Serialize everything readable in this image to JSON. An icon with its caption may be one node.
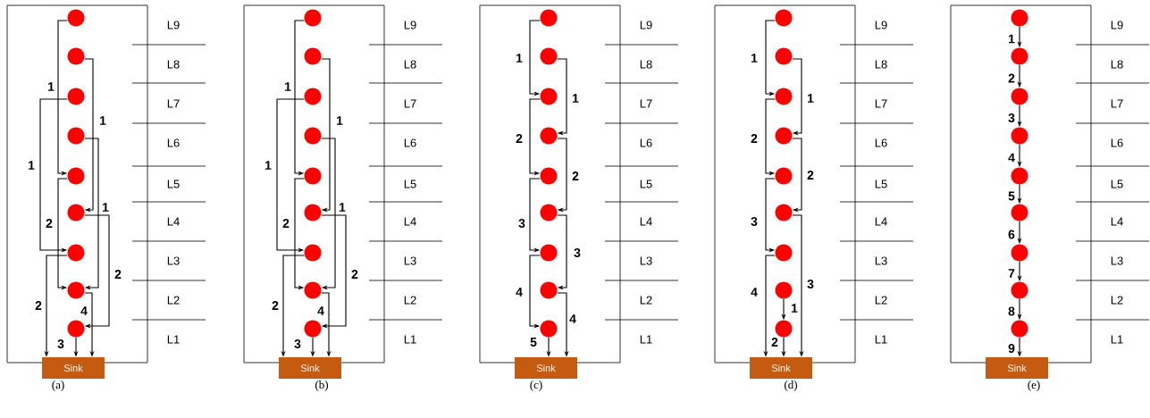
{
  "diagram": {
    "nodes": [
      {
        "text": [],
        "shape": "circle"
      },
      {
        "text": [],
        "shape": "circle"
      },
      {
        "text": [],
        "shape": "circle"
      },
      {
        "text": [],
        "shape": "circle"
      },
      {
        "text": [],
        "shape": "circle"
      },
      {
        "text": [],
        "shape": "circle"
      },
      {
        "text": [],
        "shape": "circle"
      },
      {
        "text": [],
        "shape": "circle"
      },
      {
        "text": [],
        "shape": "circle"
      },
      {
        "text": [
          "Sink"
        ]
      },
      {
        "text": [],
        "shape": "circle"
      },
      {
        "text": [],
        "shape": "circle"
      },
      {
        "text": [],
        "shape": "circle"
      },
      {
        "text": [],
        "shape": "circle"
      },
      {
        "text": [],
        "shape": "circle"
      },
      {
        "text": [],
        "shape": "circle"
      },
      {
        "text": [],
        "shape": "circle"
      },
      {
        "text": [],
        "shape": "circle"
      },
      {
        "text": [],
        "shape": "circle"
      },
      {
        "text": [
          "Sink"
        ]
      },
      {
        "text": [],
        "shape": "circle"
      },
      {
        "text": [],
        "shape": "circle"
      },
      {
        "text": [],
        "shape": "circle"
      },
      {
        "text": [],
        "shape": "circle"
      },
      {
        "text": [],
        "shape": "circle"
      },
      {
        "text": [],
        "shape": "circle"
      },
      {
        "text": [],
        "shape": "circle"
      },
      {
        "text": [],
        "shape": "circle"
      },
      {
        "text": [],
        "shape": "circle"
      },
      {
        "text": [
          "Sink"
        ]
      },
      {
        "text": [],
        "shape": "circle"
      },
      {
        "text": [],
        "shape": "circle"
      },
      {
        "text": [],
        "shape": "circle"
      },
      {
        "text": [],
        "shape": "circle"
      },
      {
        "text": [],
        "shape": "circle"
      },
      {
        "text": [],
        "shape": "circle"
      },
      {
        "text": [],
        "shape": "circle"
      },
      {
        "text": [],
        "shape": "circle"
      },
      {
        "text": [],
        "shape": "circle"
      },
      {
        "text": [
          "Sink"
        ]
      },
      {
        "text": [],
        "shape": "circle"
      },
      {
        "text": [],
        "shape": "circle"
      },
      {
        "text": [],
        "shape": "circle"
      },
      {
        "text": [],
        "shape": "circle"
      },
      {
        "text": [],
        "shape": "circle"
      },
      {
        "text": [],
        "shape": "circle"
      },
      {
        "text": [],
        "shape": "circle"
      },
      {
        "text": [],
        "shape": "circle"
      },
      {
        "text": [],
        "shape": "circle"
      },
      {
        "text": [
          "Sink"
        ]
      }
    ],
    "edges": [
      {
        "from": 0,
        "to": 4,
        "arrow": "to",
        "label": "1"
      },
      {
        "from": 1,
        "to": 5,
        "arrow": "to",
        "label": "1"
      },
      {
        "from": 2,
        "to": 6,
        "arrow": "to",
        "label": "1"
      },
      {
        "from": 3,
        "to": 7,
        "arrow": "to",
        "label": "1"
      },
      {
        "from": 4,
        "to": 7,
        "arrow": "to",
        "label": "2"
      },
      {
        "from": 5,
        "to": 8,
        "arrow": "to",
        "label": "2"
      },
      {
        "from": 6,
        "to": 9,
        "arrow": "to",
        "label": "2"
      },
      {
        "from": 7,
        "to": 9,
        "arrow": "to",
        "label": "4"
      },
      {
        "from": 8,
        "to": 9,
        "arrow": "to",
        "label": "3"
      },
      {
        "from": 10,
        "to": 14,
        "arrow": "to",
        "label": "1"
      },
      {
        "from": 11,
        "to": 15,
        "arrow": "to",
        "label": "1"
      },
      {
        "from": 12,
        "to": 16,
        "arrow": "to",
        "label": "1"
      },
      {
        "from": 13,
        "to": 17,
        "arrow": "to",
        "label": "1"
      },
      {
        "from": 14,
        "to": 17,
        "arrow": "to",
        "label": "2"
      },
      {
        "from": 15,
        "to": 18,
        "arrow": "to",
        "label": "2"
      },
      {
        "from": 16,
        "to": 19,
        "arrow": "to",
        "label": "2"
      },
      {
        "from": 17,
        "to": 19,
        "arrow": "to",
        "label": "4"
      },
      {
        "from": 18,
        "to": 19,
        "arrow": "to",
        "label": "3"
      },
      {
        "from": 20,
        "to": 22,
        "arrow": "to",
        "label": "1"
      },
      {
        "from": 21,
        "to": 23,
        "arrow": "to",
        "label": "1"
      },
      {
        "from": 22,
        "to": 24,
        "arrow": "to",
        "label": "2"
      },
      {
        "from": 23,
        "to": 25,
        "arrow": "to",
        "label": "2"
      },
      {
        "from": 24,
        "to": 26,
        "arrow": "to",
        "label": "3"
      },
      {
        "from": 25,
        "to": 27,
        "arrow": "to",
        "label": "3"
      },
      {
        "from": 26,
        "to": 28,
        "arrow": "to",
        "label": "4"
      },
      {
        "from": 27,
        "to": 29,
        "arrow": "to",
        "label": "4"
      },
      {
        "from": 28,
        "to": 29,
        "arrow": "to",
        "label": "5"
      },
      {
        "from": 30,
        "to": 32,
        "arrow": "to",
        "label": "1"
      },
      {
        "from": 31,
        "to": 33,
        "arrow": "to",
        "label": "1"
      },
      {
        "from": 32,
        "to": 34,
        "arrow": "to",
        "label": "2"
      },
      {
        "from": 33,
        "to": 35,
        "arrow": "to",
        "label": "2"
      },
      {
        "from": 34,
        "to": 36,
        "arrow": "to",
        "label": "3"
      },
      {
        "from": 35,
        "to": 39,
        "arrow": "to",
        "label": "3"
      },
      {
        "from": 36,
        "to": 39,
        "arrow": "to",
        "label": "4"
      },
      {
        "from": 37,
        "to": 38,
        "arrow": "to",
        "label": "1"
      },
      {
        "from": 38,
        "to": 39,
        "arrow": "to",
        "label": "2"
      },
      {
        "from": 40,
        "to": 41,
        "arrow": "to",
        "label": "1"
      },
      {
        "from": 41,
        "to": 42,
        "arrow": "to",
        "label": "2"
      },
      {
        "from": 42,
        "to": 43,
        "arrow": "to",
        "label": "3"
      },
      {
        "from": 43,
        "to": 44,
        "arrow": "to",
        "label": "4"
      },
      {
        "from": 44,
        "to": 45,
        "arrow": "to",
        "label": "5"
      },
      {
        "from": 45,
        "to": 46,
        "arrow": "to",
        "label": "6"
      },
      {
        "from": 46,
        "to": 47,
        "arrow": "to",
        "label": "7"
      },
      {
        "from": 47,
        "to": 48,
        "arrow": "to",
        "label": "8"
      },
      {
        "from": 48,
        "to": 49,
        "arrow": "to",
        "label": "9"
      }
    ],
    "labels": [
      "L9",
      "L8",
      "L7",
      "L6",
      "L5",
      "L4",
      "L3",
      "L2",
      "L1",
      "L9",
      "L8",
      "L7",
      "L6",
      "L5",
      "L4",
      "L3",
      "L2",
      "L1",
      "L9",
      "L8",
      "L7",
      "L6",
      "L5",
      "L4",
      "L3",
      "L2",
      "L1",
      "L9",
      "L8",
      "L7",
      "L6",
      "L5",
      "L4",
      "L3",
      "L2",
      "L1",
      "L9",
      "L8",
      "L7",
      "L6",
      "L5",
      "L4",
      "L3",
      "L2",
      "L1",
      "(a)",
      "(b)",
      "(c)",
      "(d)",
      "(e)"
    ]
  }
}
